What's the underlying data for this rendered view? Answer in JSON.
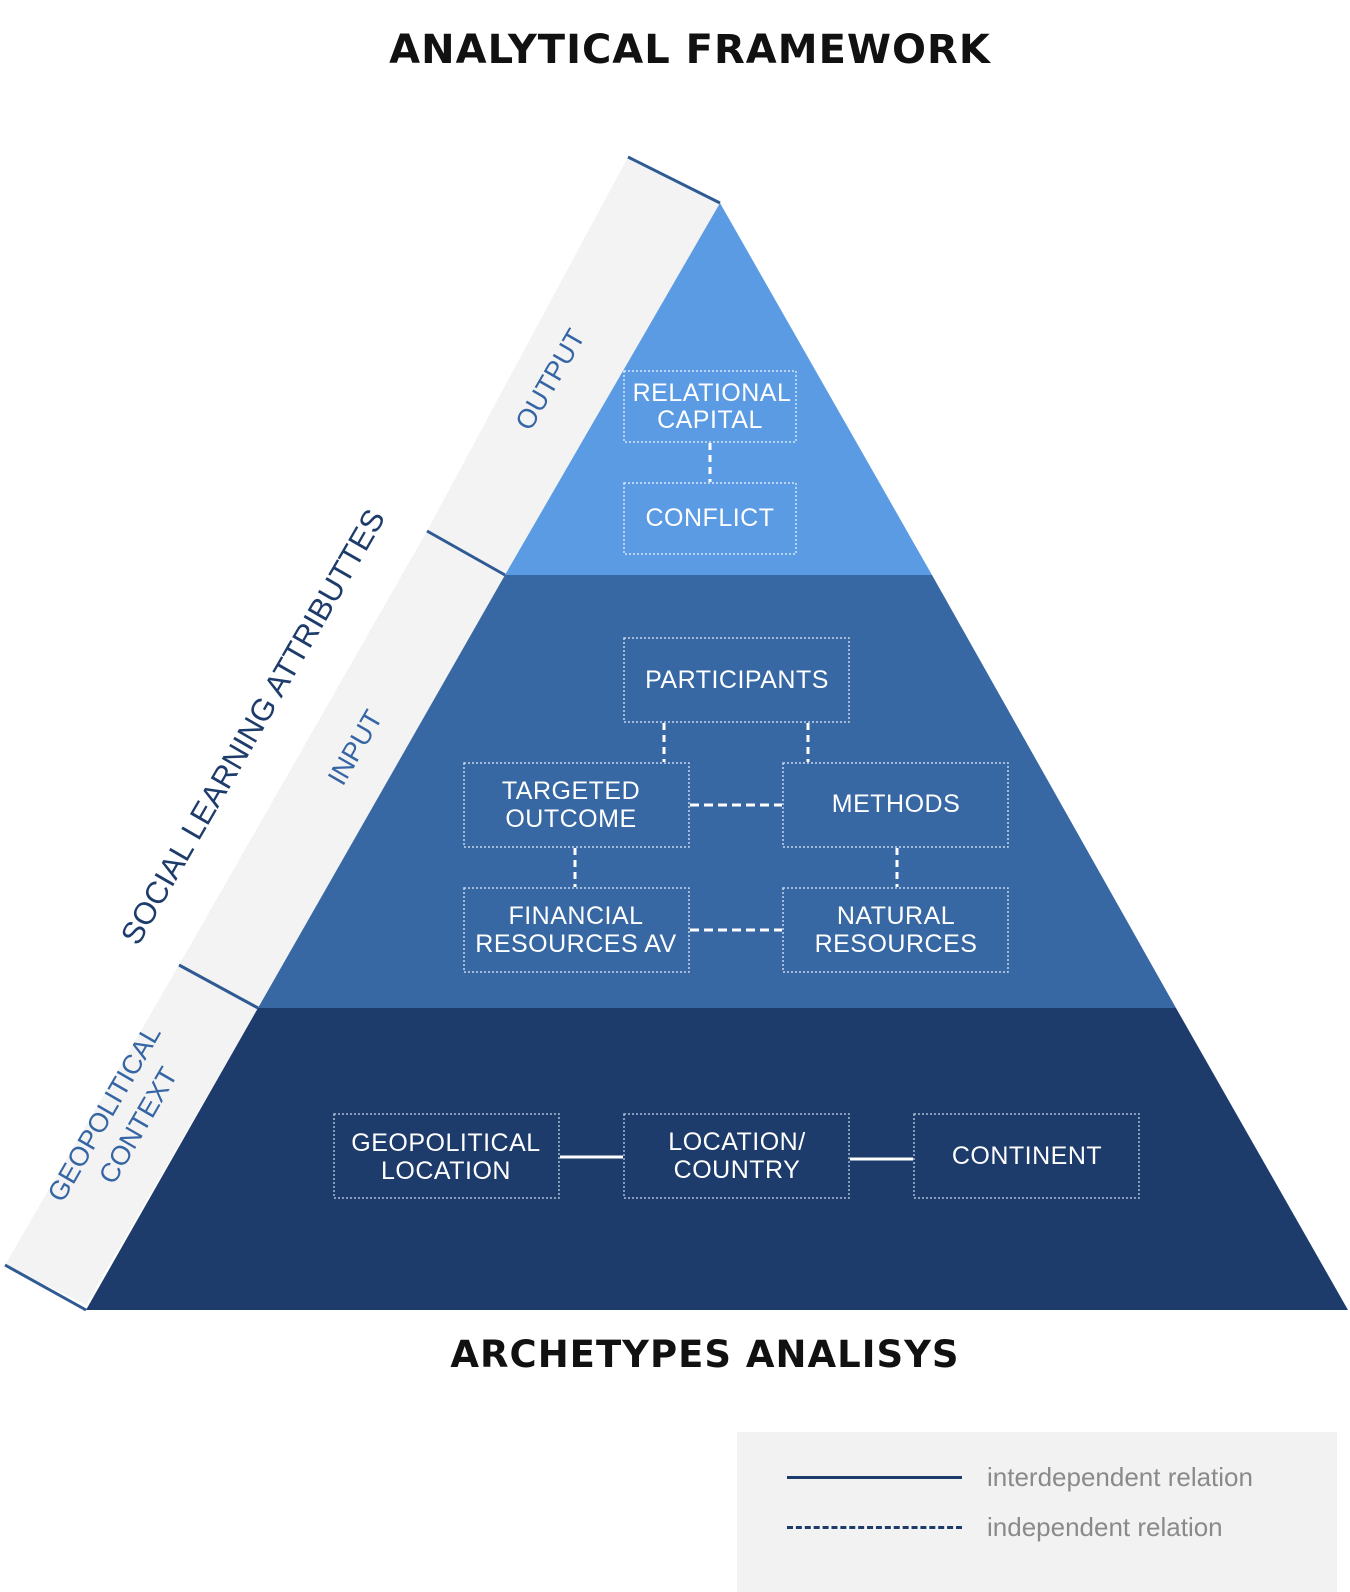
{
  "header": {
    "title": "ANALYTICAL FRAMEWORK"
  },
  "footer": {
    "title": "ARCHETYPES ANALISYS"
  },
  "side": {
    "attributes": "SOCIAL LEARNING ATTRIBUTTES",
    "output": "OUTPUT",
    "input": "INPUT",
    "context_line1": "GEOPOLITICAL",
    "context_line2": "CONTEXT"
  },
  "output_tier": {
    "relational_line1": "RELATIONAL",
    "relational_line2": "CAPITAL",
    "conflict": "CONFLICT"
  },
  "input_tier": {
    "participants": "PARTICIPANTS",
    "targeted_line1": "TARGETED",
    "targeted_line2": "OUTCOME",
    "methods": "METHODS",
    "financial_line1": "FINANCIAL",
    "financial_line2": "RESOURCES AV",
    "natural_line1": "NATURAL",
    "natural_line2": "RESOURCES"
  },
  "context_tier": {
    "geo_line1": "GEOPOLITICAL",
    "geo_line2": "LOCATION",
    "location_line1": "LOCATION/",
    "location_line2": "COUNTRY",
    "continent": "CONTINENT"
  },
  "legend": {
    "interdependent": "interdependent relation",
    "independent": "independent relation"
  },
  "colors": {
    "top_tier": "#5b9be4",
    "middle_tier": "#3868a4",
    "bottom_tier": "#1e3c6b",
    "side_band": "#f3f3f3",
    "accent_line": "#2f5a94"
  }
}
